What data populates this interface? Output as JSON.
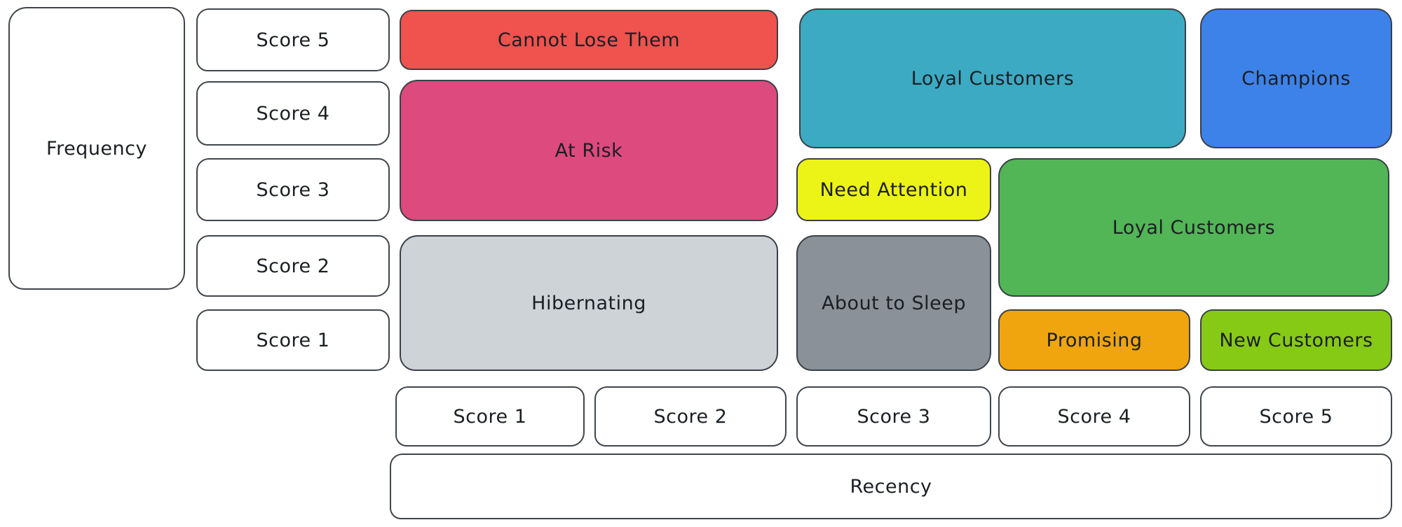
{
  "axes": {
    "y": {
      "label": "Frequency",
      "scores": [
        "Score 5",
        "Score 4",
        "Score 3",
        "Score 2",
        "Score 1"
      ]
    },
    "x": {
      "label": "Recency",
      "scores": [
        "Score 1",
        "Score 2",
        "Score 3",
        "Score 4",
        "Score 5"
      ]
    }
  },
  "segments": [
    {
      "label": "Cannot Lose Them",
      "color": "#f0524e",
      "recency": "1-2",
      "frequency": "5"
    },
    {
      "label": "At Risk",
      "color": "#dd4a7d",
      "recency": "1-2",
      "frequency": "3-4"
    },
    {
      "label": "Hibernating",
      "color": "#ced3d8",
      "recency": "1-2",
      "frequency": "1-2"
    },
    {
      "label": "Loyal Customers",
      "color": "#3caac2",
      "recency": "3-4",
      "frequency": "4-5"
    },
    {
      "label": "Champions",
      "color": "#3d82e8",
      "recency": "5",
      "frequency": "4-5"
    },
    {
      "label": "Need Attention",
      "color": "#ecf317",
      "recency": "3",
      "frequency": "3"
    },
    {
      "label": "About to Sleep",
      "color": "#8b9198",
      "recency": "3",
      "frequency": "1-2"
    },
    {
      "label": "Loyal Customers",
      "color": "#52b556",
      "recency": "4-5",
      "frequency": "2-3"
    },
    {
      "label": "Promising",
      "color": "#f0a50e",
      "recency": "4",
      "frequency": "1"
    },
    {
      "label": "New Customers",
      "color": "#87ca16",
      "recency": "5",
      "frequency": "1"
    }
  ],
  "style": {
    "border_color": "#3a4047",
    "background": "#ffffff",
    "text_color": "#1b1f23"
  }
}
